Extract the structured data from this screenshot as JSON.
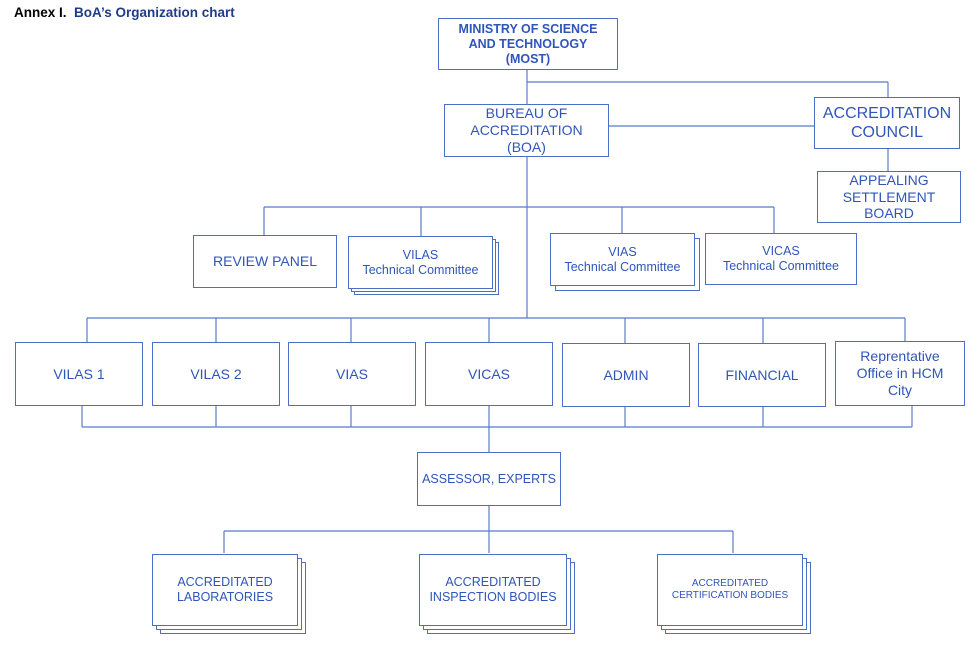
{
  "caption": {
    "prefix": "Annex I.",
    "title": "BoA’s Organization chart"
  },
  "most": {
    "line1": "MINISTRY OF SCIENCE",
    "line2": "AND TECHNOLOGY",
    "line3": "(MOST)"
  },
  "boa": {
    "line1": "BUREAU  OF",
    "line2": "ACCREDITATION",
    "line3": "(BOA)"
  },
  "council": {
    "line1": "ACCREDITATION",
    "line2": "COUNCIL"
  },
  "appeal": {
    "line1": "APPEALING",
    "line2": "SETTLEMENT",
    "line3": "BOARD"
  },
  "review_panel": "REVIEW  PANEL",
  "committees": {
    "vilas": {
      "line1": "VILAS",
      "line2": "Technical Committee"
    },
    "vias": {
      "line1": "VIAS",
      "line2": "Technical Committee"
    },
    "vicas": {
      "line1": "VICAS",
      "line2": "Technical Committee"
    }
  },
  "departments": {
    "vilas1": "VILAS  1",
    "vilas2": "VILAS  2",
    "vias": "VIAS",
    "vicas": "VICAS",
    "admin": "ADMIN",
    "financial": "FINANCIAL",
    "office": {
      "line1": "Reprentative",
      "line2": "Office in HCM",
      "line3": "City"
    }
  },
  "assessor": "ASSESSOR, EXPERTS",
  "accredited": {
    "labs": {
      "line1": "ACCREDITATED",
      "line2": "LABORATORIES"
    },
    "inspection": {
      "line1": "ACCREDITATED",
      "line2": "INSPECTION BODIES"
    },
    "certification": {
      "line1": "ACCREDITATED",
      "line2": "CERTIFICATION  BODIES"
    }
  },
  "colors": {
    "box_border": "#4a6fc4",
    "box_text": "#2f55b8",
    "line": "#5b7bc7",
    "title": "#1f3c88"
  }
}
